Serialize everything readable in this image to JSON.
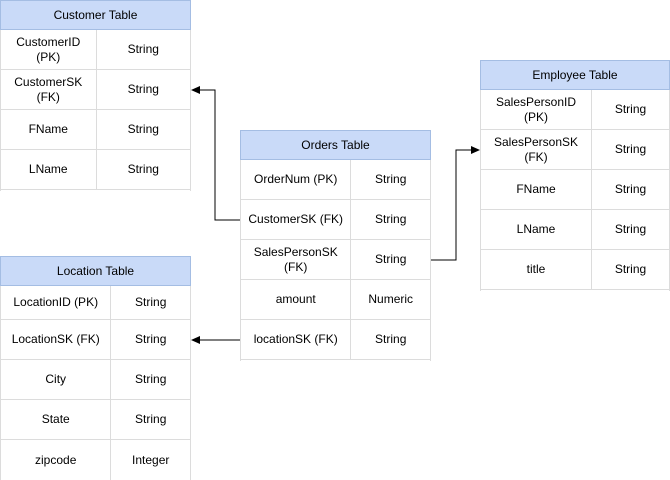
{
  "tables": {
    "customer": {
      "title": "Customer Table",
      "rows": [
        {
          "field": "CustomerID (PK)",
          "type": "String"
        },
        {
          "field": "CustomerSK (FK)",
          "type": "String"
        },
        {
          "field": "FName",
          "type": "String"
        },
        {
          "field": "LName",
          "type": "String"
        }
      ]
    },
    "orders": {
      "title": "Orders Table",
      "rows": [
        {
          "field": "OrderNum (PK)",
          "type": "String"
        },
        {
          "field": "CustomerSK (FK)",
          "type": "String"
        },
        {
          "field": "SalesPersonSK (FK)",
          "type": "String"
        },
        {
          "field": "amount",
          "type": "Numeric"
        },
        {
          "field": "locationSK (FK)",
          "type": "String"
        }
      ]
    },
    "employee": {
      "title": "Employee Table",
      "rows": [
        {
          "field": "SalesPersonID (PK)",
          "type": "String"
        },
        {
          "field": "SalesPersonSK (FK)",
          "type": "String"
        },
        {
          "field": "FName",
          "type": "String"
        },
        {
          "field": "LName",
          "type": "String"
        },
        {
          "field": "title",
          "type": "String"
        }
      ]
    },
    "location": {
      "title": "Location Table",
      "rows": [
        {
          "field": "LocationID (PK)",
          "type": "String"
        },
        {
          "field": "LocationSK (FK)",
          "type": "String"
        },
        {
          "field": "City",
          "type": "String"
        },
        {
          "field": "State",
          "type": "String"
        },
        {
          "field": "zipcode",
          "type": "Integer"
        }
      ]
    }
  },
  "relationships": [
    {
      "from": "orders.CustomerSK (FK)",
      "to": "customer.CustomerSK (FK)"
    },
    {
      "from": "orders.SalesPersonSK (FK)",
      "to": "employee.SalesPersonSK (FK)"
    },
    {
      "from": "orders.locationSK (FK)",
      "to": "location.LocationSK (FK)"
    }
  ],
  "colors": {
    "header_fill": "#c9daf8",
    "header_border": "#a4bde3",
    "grid_line": "#dcdcdc",
    "connector": "#000000"
  }
}
